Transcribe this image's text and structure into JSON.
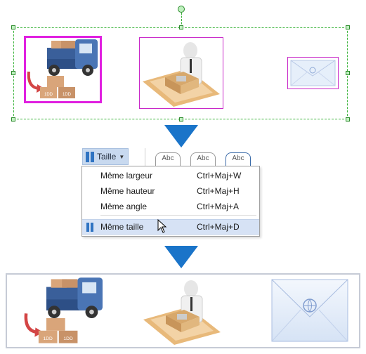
{
  "toolbar": {
    "size_button_label": "Taille",
    "style_swatches": [
      "Abc",
      "Abc",
      "Abc"
    ]
  },
  "menu": {
    "items": [
      {
        "label": "Même largeur",
        "shortcut": "Ctrl+Maj+W",
        "highlighted": false
      },
      {
        "label": "Même hauteur",
        "shortcut": "Ctrl+Maj+H",
        "highlighted": false
      },
      {
        "label": "Même angle",
        "shortcut": "Ctrl+Maj+A",
        "highlighted": false
      },
      {
        "label": "Même taille",
        "shortcut": "Ctrl+Maj+D",
        "highlighted": true
      }
    ]
  },
  "images": {
    "truck": {
      "boxes_text": [
        "1DD",
        "1DD",
        "1DD",
        "1DD"
      ]
    },
    "icons": [
      "truck-boxes",
      "businessman-box",
      "envelope"
    ]
  },
  "colors": {
    "selection_handle": "#3cb43c",
    "selected_border": "#e020e0",
    "arrow": "#1a74c9",
    "menu_highlight": "#d6e2f5"
  }
}
